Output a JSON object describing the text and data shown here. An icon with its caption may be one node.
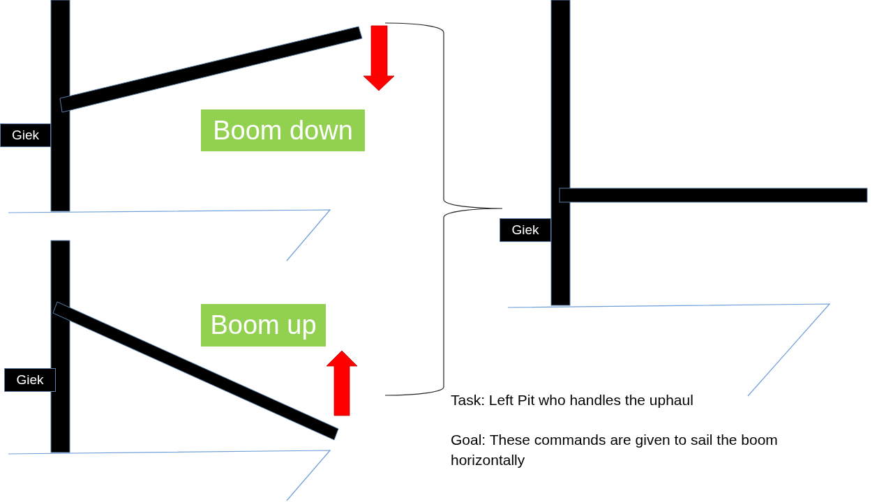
{
  "diagram": {
    "nodes": [
      {
        "text": [
          "Giek"
        ]
      },
      {
        "text": [
          "Boom down"
        ]
      },
      {
        "text": [
          "Boom up"
        ]
      },
      {
        "text": [
          "Giek"
        ]
      },
      {
        "text": [
          "Giek"
        ]
      }
    ],
    "labels": [
      "Task: Left Pit who handles the uphaul",
      "Goal: These commands are given to sail the boom horizontally"
    ]
  }
}
